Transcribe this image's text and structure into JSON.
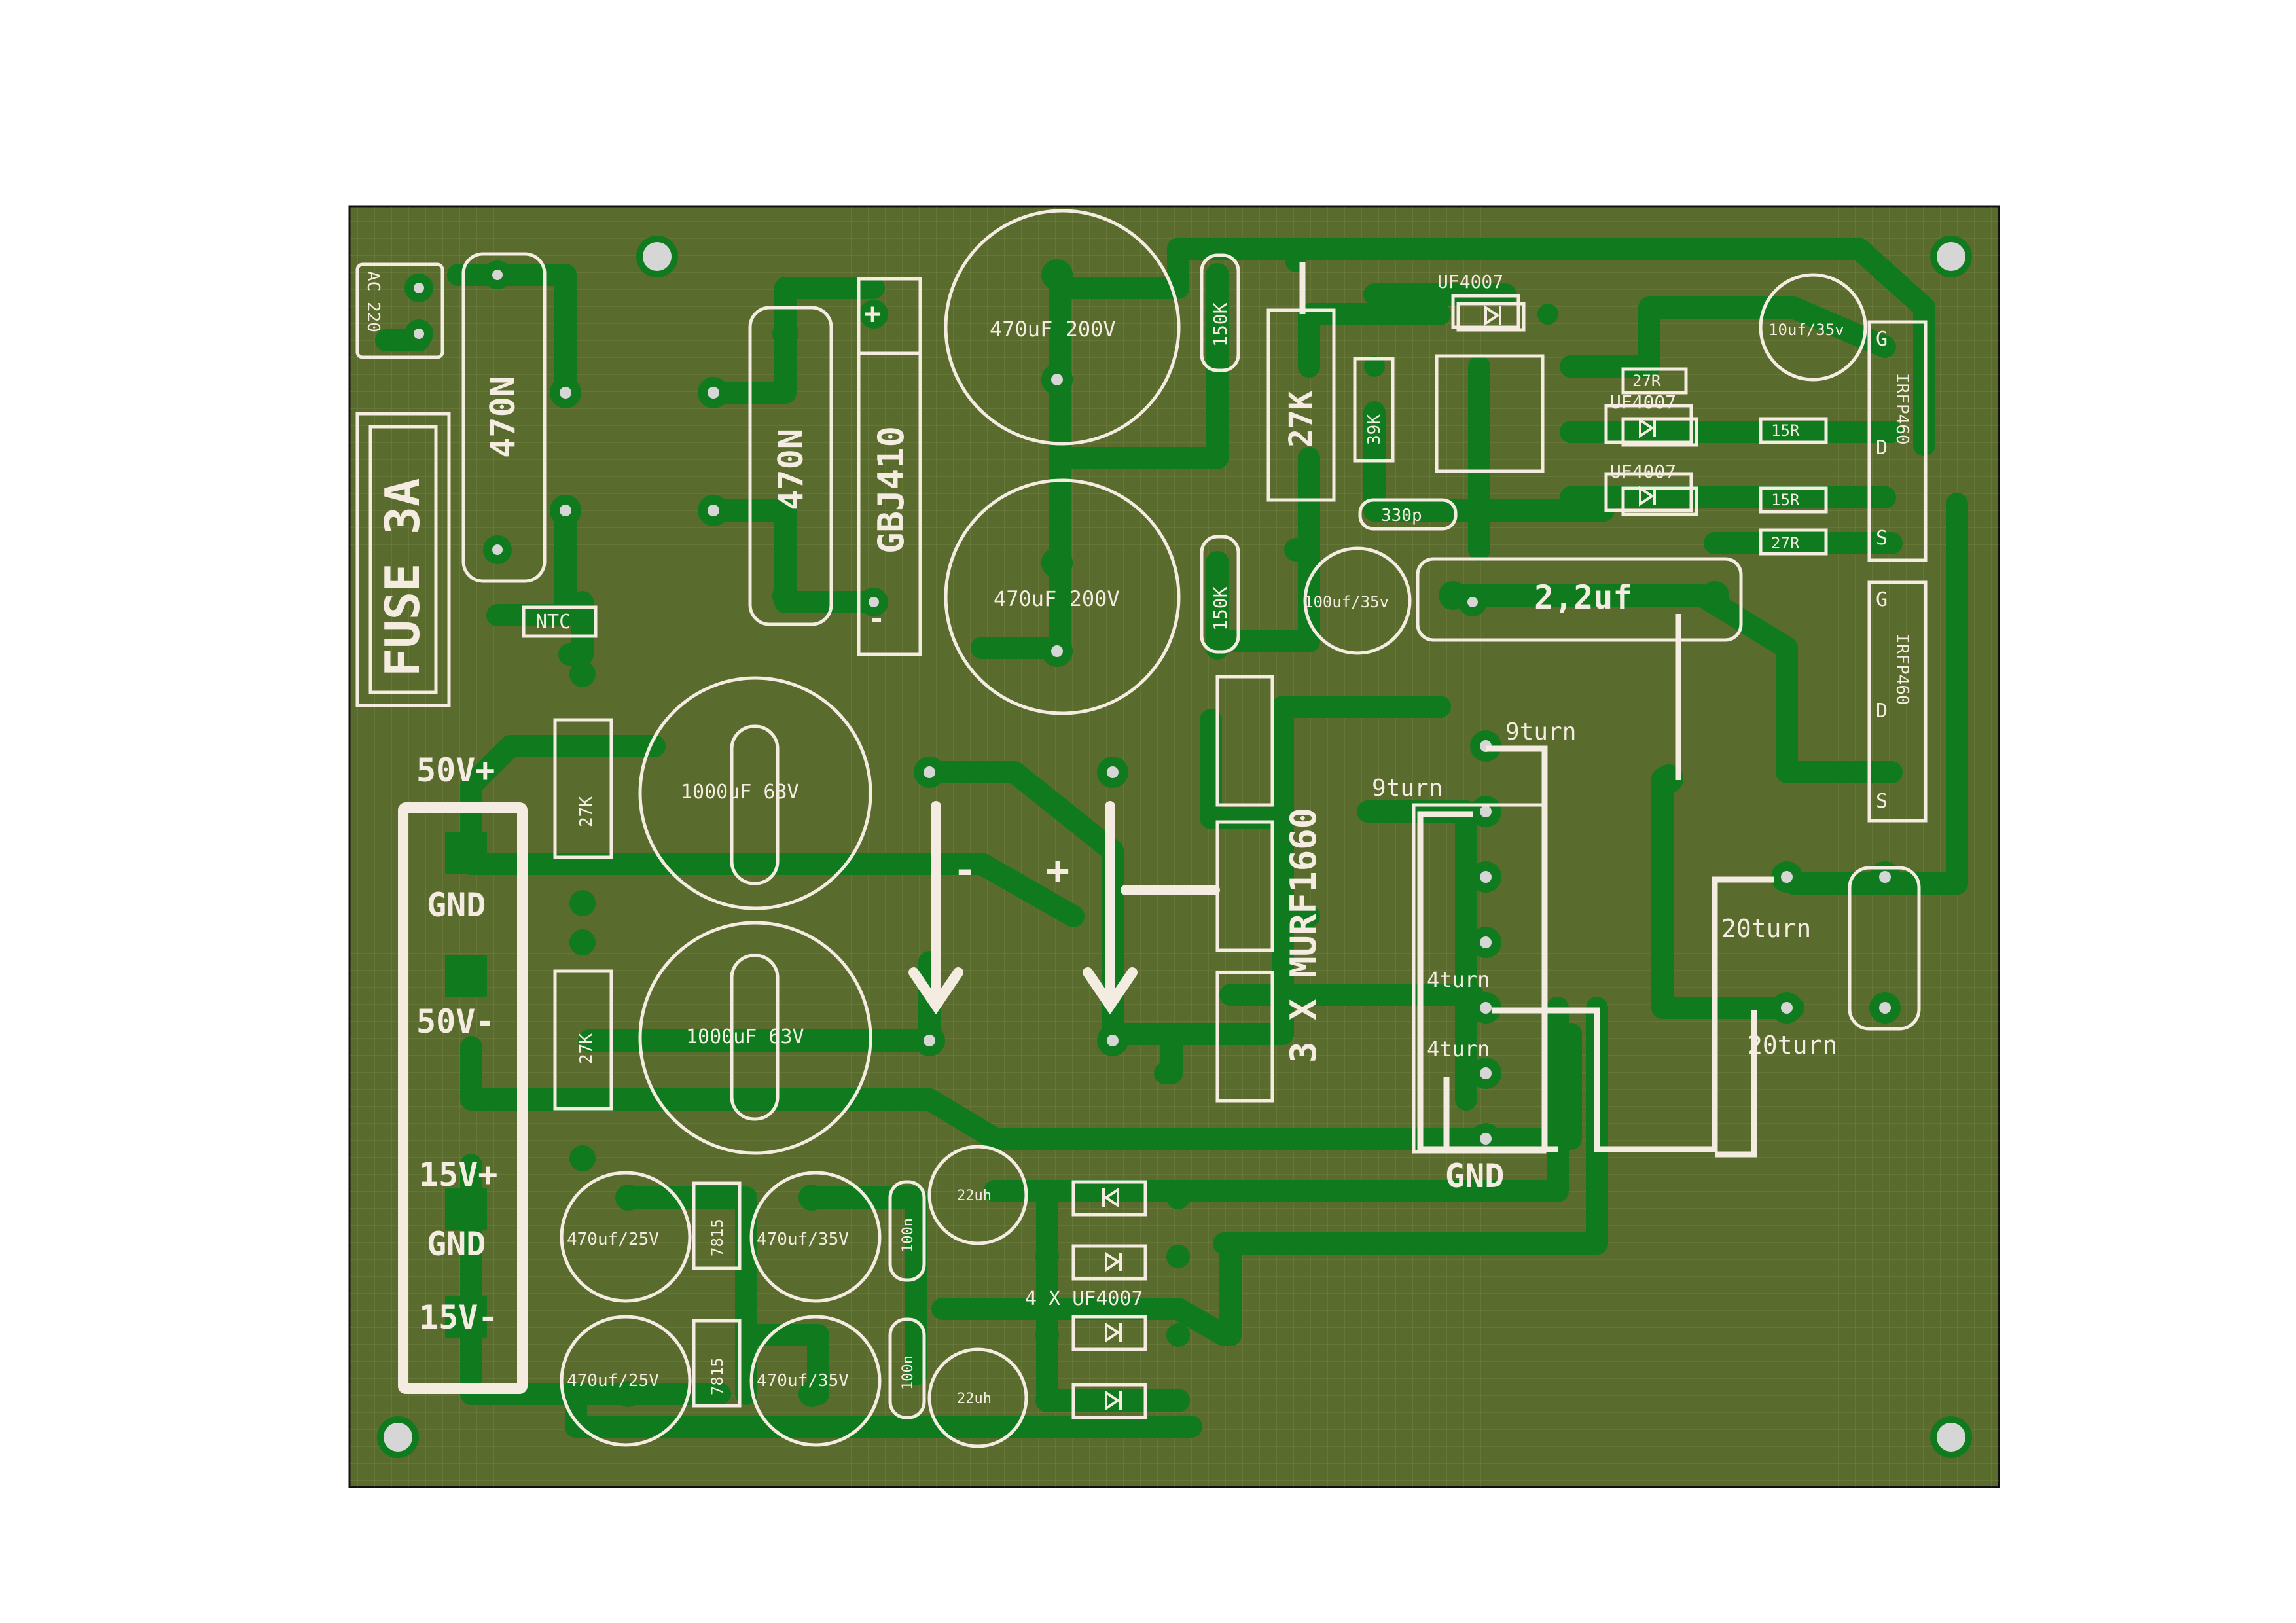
{
  "colors": {
    "board": "#5a6b2e",
    "copper": "#0f7a1e",
    "silk": "#f4ece0",
    "grid": "#8a9a55",
    "pad": "#d6d6d6",
    "edge": "#111111"
  },
  "labels": {
    "ac_input": "AC 220",
    "fuse": "FUSE 3A",
    "varistor_left": "470N",
    "varistor_mid": "470N",
    "ntc": "NTC",
    "bridge": "GBJ410",
    "cap_hv_top": "470uF 200V",
    "cap_hv_bottom": "470uF 200V",
    "res_150k_top": "150K",
    "res_150k_bottom": "150K",
    "res_27k_top": "27K",
    "res_39k": "39K",
    "cap_330p": "330p",
    "cap_100uf": "100uf/35v",
    "cap_2_2uf": "2,2uf",
    "cap_10uf": "10uf/35v",
    "diode_top": "UF4007",
    "diode_mid1": "UF4007",
    "diode_mid2": "UF4007",
    "res_27r_top": "27R",
    "res_15r_top": "15R",
    "res_15r_bottom": "15R",
    "res_27r_bottom": "27R",
    "mosfet_top": "IRFP460",
    "mosfet_bottom": "IRFP460",
    "pin_g": "G",
    "pin_d": "D",
    "pin_s": "S",
    "rail_50v_pos": "50V+",
    "rail_gnd_top": "GND",
    "rail_50v_neg": "50V-",
    "rail_15v_pos": "15V+",
    "rail_gnd_bottom": "GND",
    "rail_15v_neg": "15V-",
    "res_27k_left_top": "27K",
    "res_27k_left_bottom": "27K",
    "cap_1000uf_top": "1000uF 63V",
    "cap_1000uf_bottom": "1000uF 63V",
    "minus": "-",
    "plus": "+",
    "murf": "3 X MURF1660",
    "turn_9_a": "9turn",
    "turn_9_b": "9turn",
    "turn_4_a": "4turn",
    "turn_4_b": "4turn",
    "turn_20_a": "20turn",
    "turn_20_b": "20turn",
    "gnd_transformer": "GND",
    "cap_470_25_top": "470uf/25V",
    "cap_470_35_top": "470uf/35V",
    "cap_470_25_bottom": "470uf/25V",
    "cap_470_35_bottom": "470uf/35V",
    "reg_top": "7815",
    "reg_bottom": "7815",
    "cap_100n_top": "100n",
    "cap_100n_bottom": "100n",
    "ind_top": "22uh",
    "ind_bottom": "22uh",
    "diodes_bottom": "4 X UF4007"
  }
}
